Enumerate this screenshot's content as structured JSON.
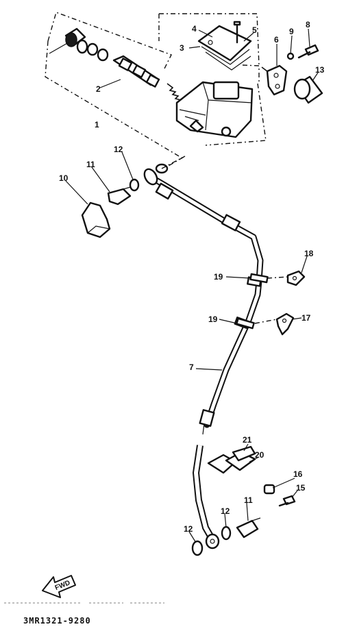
{
  "callouts": {
    "c1": "1",
    "c2": "2",
    "c3": "3",
    "c4": "4",
    "c5": "5",
    "c6": "6",
    "c7": "7",
    "c8": "8",
    "c9": "9",
    "c10": "10",
    "c11a": "11",
    "c11b": "11",
    "c12a": "12",
    "c12b": "12",
    "c12c": "12",
    "c13": "13",
    "c15": "15",
    "c16": "16",
    "c17": "17",
    "c18": "18",
    "c19a": "19",
    "c19b": "19",
    "c20": "20",
    "c21": "21"
  },
  "fwd_label": "FWD",
  "diagram_code": "3MR1321-9280"
}
